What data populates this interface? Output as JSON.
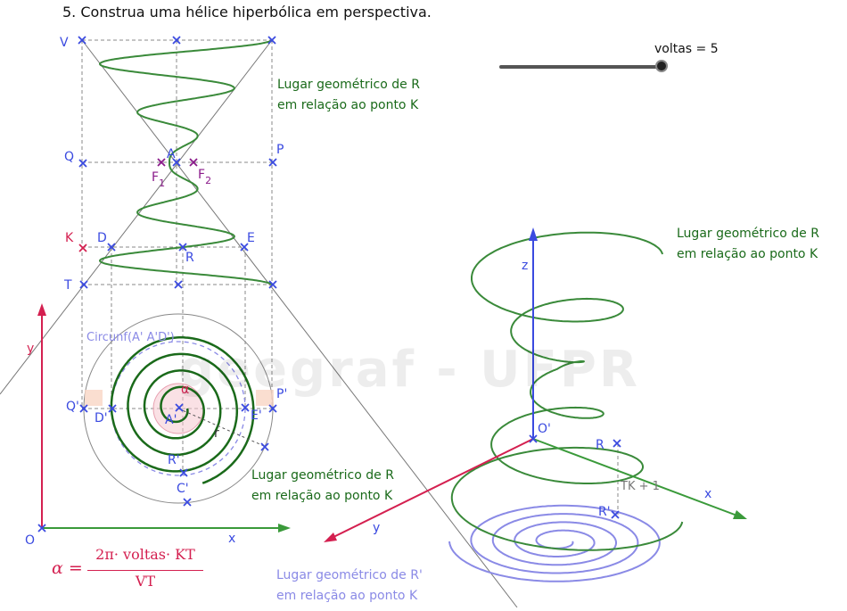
{
  "title": "5. Construa uma hélice hiperbólica em perspectiva.",
  "slider": {
    "label": "voltas = 5",
    "value": 5
  },
  "watermark": "geegraf - UFPR",
  "notes": {
    "locus_R_1": [
      "Lugar geométrico de R",
      "em relação ao ponto K"
    ],
    "locus_R_2": [
      "Lugar geométrico de R",
      "em relação ao ponto K"
    ],
    "locus_R_3": [
      "Lugar geométrico de R",
      "em relação ao ponto K"
    ],
    "locus_R_prime": [
      "Lugar geométrico de R'",
      "em relação ao ponto K"
    ]
  },
  "formula": {
    "lhs": "α =",
    "numerator": "2π· voltas· KT",
    "denominator": "VT"
  },
  "labels": {
    "V": "V",
    "Q": "Q",
    "A": "A",
    "P": "P",
    "F1": "F",
    "F1_sub": "1",
    "F2": "F",
    "F2_sub": "2",
    "K": "K",
    "D": "D",
    "R": "R",
    "E": "E",
    "T": "T",
    "circ": "Circunf(A' A'D')",
    "alpha": "α",
    "Qp": "Q'",
    "Pp": "P'",
    "Dp": "D'",
    "Ap": "A'",
    "Ep": "E'",
    "Rp": "R'",
    "Cp": "C'",
    "r": "r",
    "y": "y",
    "O": "O",
    "x": "x",
    "z3": "z",
    "Op3": "O'",
    "R3": "R",
    "Rp3": "R'",
    "TK1": "TK + 1",
    "x3": "x",
    "y3": "y"
  },
  "colors": {
    "green": "#1a6a1a",
    "helix": "#3a8a3a",
    "blue": "#3a4ae0",
    "lilac": "#8a8ae6",
    "purple": "#8a1a8a",
    "red": "#d42050",
    "gray": "#777777"
  },
  "icons": {
    "point_marker": "x-cross"
  }
}
